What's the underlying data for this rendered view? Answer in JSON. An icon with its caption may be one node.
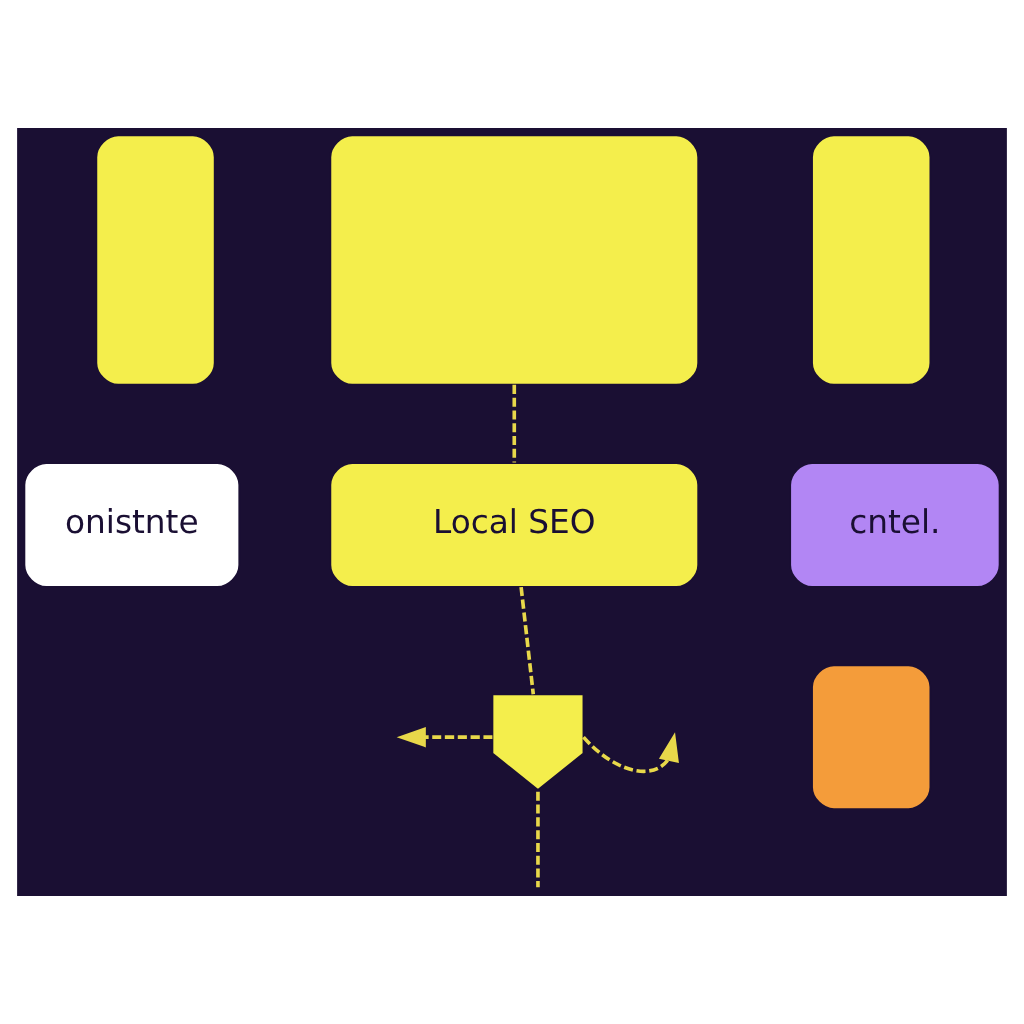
{
  "diagram": {
    "nodes": [
      {
        "text": [],
        "shape": "box"
      },
      {
        "text": [],
        "shape": "box"
      },
      {
        "text": [],
        "shape": "box"
      },
      {
        "text": [
          "onistnte"
        ]
      },
      {
        "text": [
          "Local SEO"
        ]
      },
      {
        "text": [
          "cntel."
        ]
      },
      {
        "text": [],
        "shape": "hand"
      },
      {
        "text": [],
        "shape": "box"
      }
    ],
    "edges": [
      {
        "from": 1,
        "to": 4,
        "arrow": "none",
        "style": "dashed"
      },
      {
        "from": 4,
        "to": 6,
        "arrow": "none",
        "style": "dashed"
      },
      {
        "from": 6,
        "to": null,
        "arrow": "to",
        "style": "dashed"
      },
      {
        "from": 6,
        "to": null,
        "arrow": "none",
        "style": "dashed"
      },
      {
        "from": 6,
        "to": null,
        "arrow": "to",
        "style": "dashed"
      }
    ]
  }
}
